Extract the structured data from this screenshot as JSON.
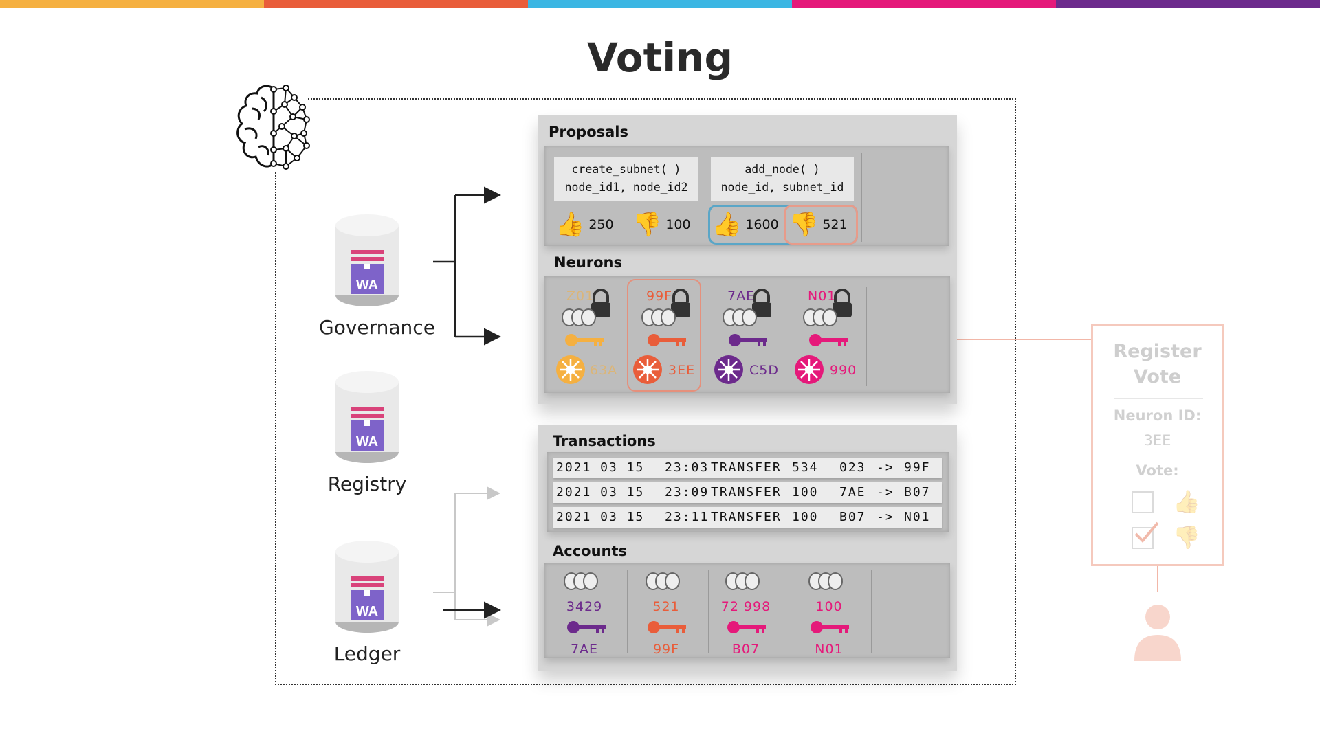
{
  "title": "Voting",
  "stripe_colors": [
    "#f5b041",
    "#e95d3a",
    "#3bb6e3",
    "#e5197a",
    "#6c2a8c"
  ],
  "services": [
    {
      "label": "Governance",
      "badge": "WA"
    },
    {
      "label": "Registry",
      "badge": "WA"
    },
    {
      "label": "Ledger",
      "badge": "WA"
    }
  ],
  "proposals": {
    "title": "Proposals",
    "items": [
      {
        "line1": "create_subnet( )",
        "line2": "node_id1, node_id2",
        "yes": "250",
        "no": "100"
      },
      {
        "line1": "add_node( )",
        "line2": "node_id, subnet_id",
        "yes": "1600",
        "no": "521"
      }
    ]
  },
  "neurons": {
    "title": "Neurons",
    "items": [
      {
        "id": "Z01",
        "neuron": "63A",
        "color": "#f5b041"
      },
      {
        "id": "99F",
        "neuron": "3EE",
        "color": "#e95d3a"
      },
      {
        "id": "7AE",
        "neuron": "C5D",
        "color": "#6c2a8c"
      },
      {
        "id": "N01",
        "neuron": "990",
        "color": "#e5197a"
      }
    ]
  },
  "transactions": {
    "title": "Transactions",
    "rows": [
      {
        "date": "2021 03 15",
        "time": "23:03",
        "type": "TRANSFER",
        "amount": "534",
        "from": "023",
        "arrow": "->",
        "to": "99F"
      },
      {
        "date": "2021 03 15",
        "time": "23:09",
        "type": "TRANSFER",
        "amount": "100",
        "from": "7AE",
        "arrow": "->",
        "to": "B07"
      },
      {
        "date": "2021 03 15",
        "time": "23:11",
        "type": "TRANSFER",
        "amount": "100",
        "from": "B07",
        "arrow": "->",
        "to": "N01"
      }
    ]
  },
  "accounts": {
    "title": "Accounts",
    "items": [
      {
        "amount": "3429",
        "owner": "7AE",
        "color": "#6c2a8c"
      },
      {
        "amount": "521",
        "owner": "99F",
        "color": "#e95d3a"
      },
      {
        "amount": "72 998",
        "owner": "B07",
        "color": "#e5197a"
      },
      {
        "amount": "100",
        "owner": "N01",
        "color": "#e5197a"
      }
    ]
  },
  "register_vote": {
    "title_line1": "Register",
    "title_line2": "Vote",
    "neuron_label": "Neuron ID:",
    "neuron_value": "3EE",
    "vote_label": "Vote:"
  }
}
